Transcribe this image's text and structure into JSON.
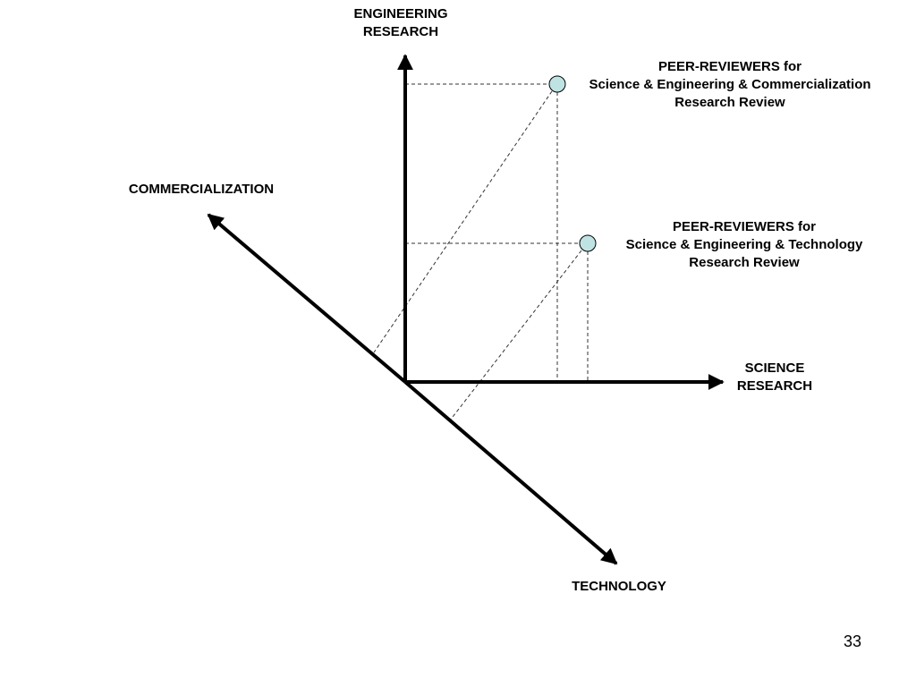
{
  "axes": {
    "engineering": [
      "ENGINEERING",
      "RESEARCH"
    ],
    "science": [
      "SCIENCE",
      "RESEARCH"
    ],
    "commercialization": "COMMERCIALIZATION",
    "technology": "TECHNOLOGY"
  },
  "reviewers": [
    {
      "lines": [
        "PEER-REVIEWERS for",
        "Science & Engineering & Commercialization",
        "Research Review"
      ],
      "marker_color": "#bfe3e3"
    },
    {
      "lines": [
        "PEER-REVIEWERS for",
        "Science  & Engineering & Technology",
        "Research Review"
      ],
      "marker_color": "#bfe3e3"
    }
  ],
  "page_number": "33"
}
